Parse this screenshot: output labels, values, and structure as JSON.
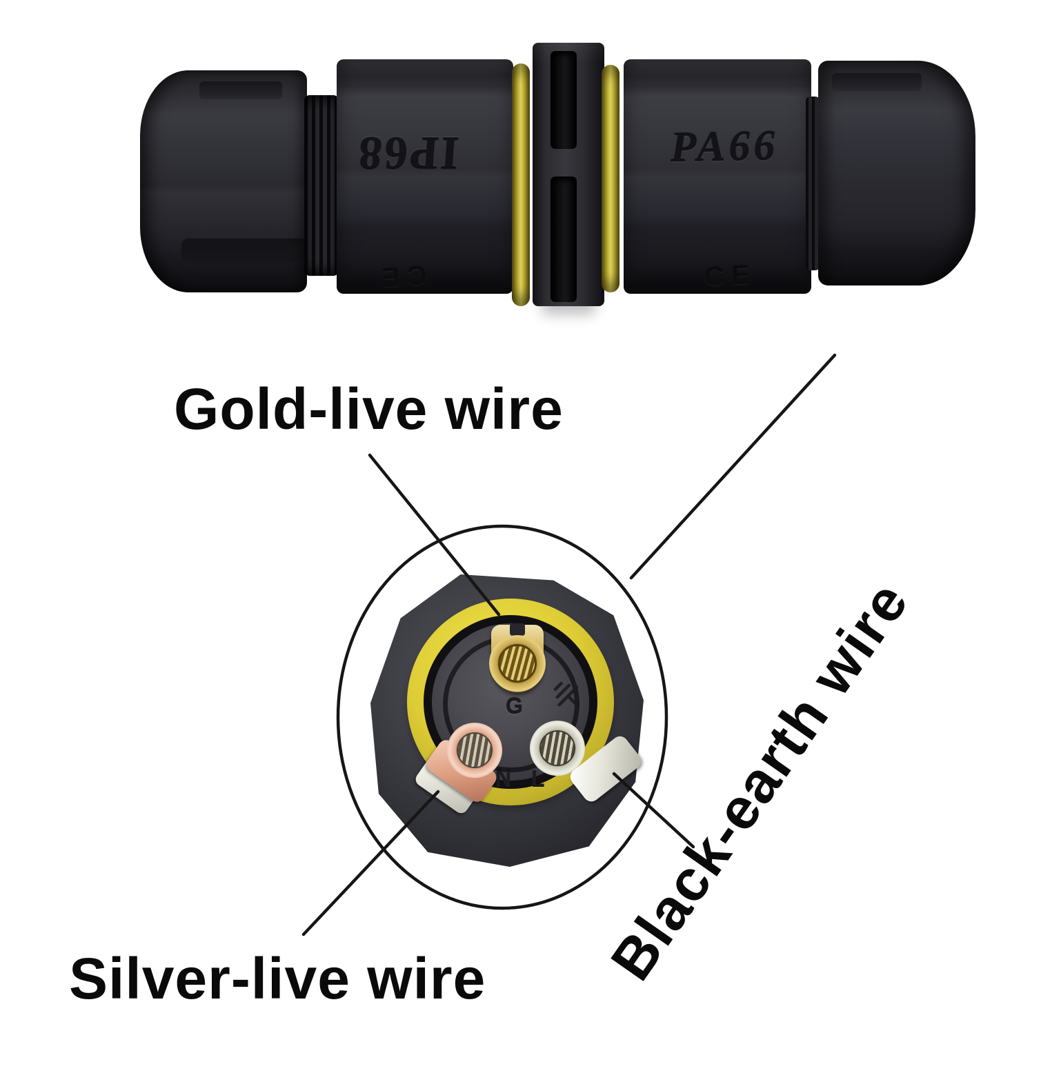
{
  "connector": {
    "left_marking": "IP68",
    "right_marking": "PA66",
    "left_cert": "CE",
    "right_cert": "CE"
  },
  "detail": {
    "ground_letter": "G",
    "neutral_letter": "N",
    "live_letter": "L"
  },
  "callouts": {
    "gold": "Gold-live wire",
    "silver": "Silver-live wire",
    "black": "Black-earth wire"
  },
  "colors": {
    "body": "#2b2b31",
    "oring": "#ddcc35",
    "brass": "#c9a74e",
    "copper": "#df9e83",
    "silver": "#d9d9cd",
    "line": "#161616",
    "label": "#0a0a0a",
    "background": "#ffffff"
  }
}
